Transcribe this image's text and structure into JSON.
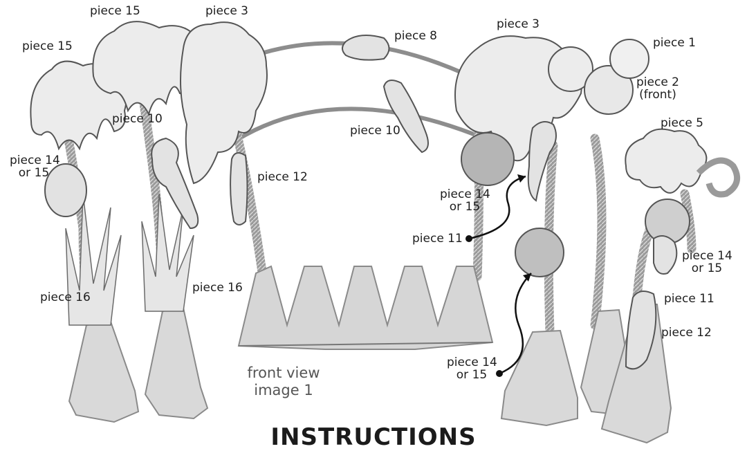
{
  "labels": {
    "p15_left": "piece 15",
    "p15_top": "piece 15",
    "p3_left": "piece 3",
    "p8": "piece 8",
    "p3_right": "piece 3",
    "p1": "piece 1",
    "p2_line1": "piece 2",
    "p2_line2": "(front)",
    "p10_left": "piece 10",
    "p10_mid": "piece 10",
    "p5": "piece 5",
    "p14_left_l1": "piece 14",
    "p14_left_l2": "or 15",
    "p12_left": "piece 12",
    "p14_mid_l1": "piece 14",
    "p14_mid_l2": "or 15",
    "p11_arrow": "piece 11",
    "p14_right_l1": "piece 14",
    "p14_right_l2": "or 15",
    "p11_right": "piece 11",
    "p12_right": "piece 12",
    "p16_left": "piece 16",
    "p16_mid": "piece 16",
    "p14_bottom_l1": "piece 14",
    "p14_bottom_l2": "or 15"
  },
  "caption": {
    "line1": "front view",
    "line2": "image 1"
  },
  "footer": "INSTRUCTIONS",
  "colors": {
    "paper": "#e9e9e9",
    "outline": "#555555",
    "pipe": "#8f8f8f",
    "carton": "#d4d4d4",
    "text": "#1e1e1e"
  }
}
